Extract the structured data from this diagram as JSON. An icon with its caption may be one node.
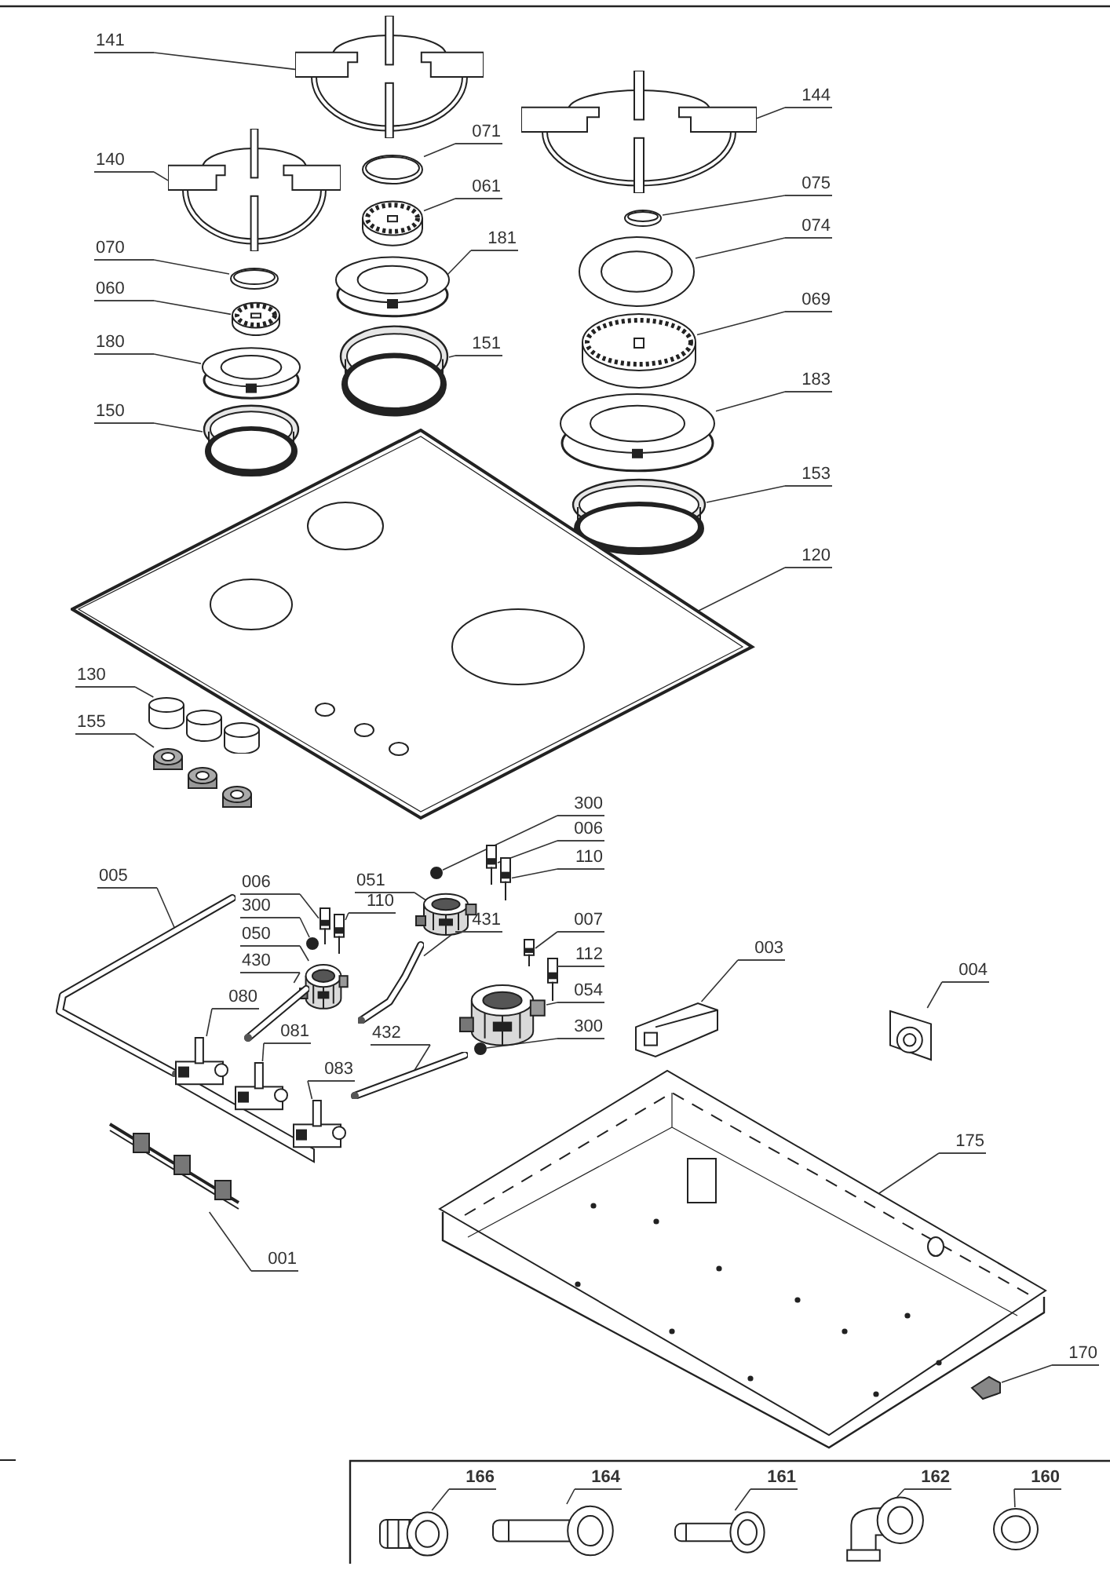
{
  "diagram": {
    "nodes": [
      {
        "text": [
          "141"
        ]
      },
      {
        "text": [],
        "shape": "picture"
      },
      {
        "text": [
          "140"
        ]
      },
      {
        "text": [],
        "shape": "picture"
      },
      {
        "text": [
          "071"
        ]
      },
      {
        "text": [],
        "shape": "picture"
      },
      {
        "text": [
          "061"
        ]
      },
      {
        "text": [],
        "shape": "picture"
      },
      {
        "text": [
          "070"
        ]
      },
      {
        "text": [],
        "shape": "picture"
      },
      {
        "text": [
          "060"
        ]
      },
      {
        "text": [],
        "shape": "picture"
      },
      {
        "text": [
          "181"
        ]
      },
      {
        "text": [],
        "shape": "picture"
      },
      {
        "text": [
          "180"
        ]
      },
      {
        "text": [],
        "shape": "picture"
      },
      {
        "text": [
          "151"
        ]
      },
      {
        "text": [],
        "shape": "picture"
      },
      {
        "text": [
          "150"
        ]
      },
      {
        "text": [],
        "shape": "picture"
      },
      {
        "text": [
          "144"
        ]
      },
      {
        "text": [],
        "shape": "picture"
      },
      {
        "text": [
          "075"
        ]
      },
      {
        "text": [],
        "shape": "picture"
      },
      {
        "text": [
          "074"
        ]
      },
      {
        "text": [],
        "shape": "picture"
      },
      {
        "text": [
          "069"
        ]
      },
      {
        "text": [],
        "shape": "picture"
      },
      {
        "text": [
          "183"
        ]
      },
      {
        "text": [],
        "shape": "picture"
      },
      {
        "text": [
          "153"
        ]
      },
      {
        "text": [],
        "shape": "picture"
      },
      {
        "text": [
          "120"
        ]
      },
      {
        "text": [],
        "shape": "picture"
      },
      {
        "text": [
          "130"
        ]
      },
      {
        "text": [],
        "shape": "picture"
      },
      {
        "text": [
          "155"
        ]
      },
      {
        "text": [],
        "shape": "picture"
      },
      {
        "text": [
          "300"
        ]
      },
      {
        "text": [],
        "shape": "circle"
      },
      {
        "text": [
          "006"
        ]
      },
      {
        "text": [],
        "shape": "picture"
      },
      {
        "text": [
          "110"
        ]
      },
      {
        "text": [],
        "shape": "picture"
      },
      {
        "text": [
          "051"
        ]
      },
      {
        "text": [],
        "shape": "picture"
      },
      {
        "text": [
          "005"
        ]
      },
      {
        "text": [],
        "shape": "picture"
      },
      {
        "text": [
          "006"
        ]
      },
      {
        "text": [],
        "shape": "picture"
      },
      {
        "text": [
          "300"
        ]
      },
      {
        "text": [],
        "shape": "circle"
      },
      {
        "text": [
          "110"
        ]
      },
      {
        "text": [],
        "shape": "picture"
      },
      {
        "text": [
          "050"
        ]
      },
      {
        "text": [],
        "shape": "picture"
      },
      {
        "text": [
          "430"
        ]
      },
      {
        "text": [],
        "shape": "picture"
      },
      {
        "text": [
          "431"
        ]
      },
      {
        "text": [],
        "shape": "picture"
      },
      {
        "text": [
          "007"
        ]
      },
      {
        "text": [],
        "shape": "picture"
      },
      {
        "text": [
          "112"
        ]
      },
      {
        "text": [],
        "shape": "picture"
      },
      {
        "text": [
          "054"
        ]
      },
      {
        "text": [],
        "shape": "picture"
      },
      {
        "text": [
          "080"
        ]
      },
      {
        "text": [],
        "shape": "picture"
      },
      {
        "text": [
          "081"
        ]
      },
      {
        "text": [],
        "shape": "picture"
      },
      {
        "text": [
          "432"
        ]
      },
      {
        "text": [],
        "shape": "picture"
      },
      {
        "text": [
          "300"
        ]
      },
      {
        "text": [],
        "shape": "circle"
      },
      {
        "text": [
          "083"
        ]
      },
      {
        "text": [],
        "shape": "picture"
      },
      {
        "text": [
          "003"
        ]
      },
      {
        "text": [],
        "shape": "picture"
      },
      {
        "text": [
          "004"
        ]
      },
      {
        "text": [],
        "shape": "picture"
      },
      {
        "text": [
          "001"
        ]
      },
      {
        "text": [],
        "shape": "picture"
      },
      {
        "text": [
          "175"
        ]
      },
      {
        "text": [],
        "shape": "picture"
      },
      {
        "text": [
          "170"
        ]
      },
      {
        "text": [],
        "shape": "picture"
      },
      {
        "text": [
          "166"
        ]
      },
      {
        "text": [],
        "shape": "picture"
      },
      {
        "text": [
          "164"
        ]
      },
      {
        "text": [],
        "shape": "picture"
      },
      {
        "text": [
          "161"
        ]
      },
      {
        "text": [],
        "shape": "picture"
      },
      {
        "text": [
          "162"
        ]
      },
      {
        "text": [],
        "shape": "picture"
      },
      {
        "text": [
          "160"
        ]
      },
      {
        "text": [],
        "shape": "picture"
      }
    ],
    "edges": [
      {
        "from": 0,
        "to": 1,
        "arrow": "none"
      },
      {
        "from": 2,
        "to": 3,
        "arrow": "none"
      },
      {
        "from": 4,
        "to": 5,
        "arrow": "none"
      },
      {
        "from": 6,
        "to": 7,
        "arrow": "none"
      },
      {
        "from": 8,
        "to": 9,
        "arrow": "none"
      },
      {
        "from": 10,
        "to": 11,
        "arrow": "none"
      },
      {
        "from": 12,
        "to": 13,
        "arrow": "none"
      },
      {
        "from": 14,
        "to": 15,
        "arrow": "none"
      },
      {
        "from": 16,
        "to": 17,
        "arrow": "none"
      },
      {
        "from": 18,
        "to": 19,
        "arrow": "none"
      },
      {
        "from": 20,
        "to": 21,
        "arrow": "none"
      },
      {
        "from": 22,
        "to": 23,
        "arrow": "none"
      },
      {
        "from": 24,
        "to": 25,
        "arrow": "none"
      },
      {
        "from": 26,
        "to": 27,
        "arrow": "none"
      },
      {
        "from": 28,
        "to": 29,
        "arrow": "none"
      },
      {
        "from": 30,
        "to": 31,
        "arrow": "none"
      },
      {
        "from": 32,
        "to": 33,
        "arrow": "none"
      },
      {
        "from": 34,
        "to": 35,
        "arrow": "none"
      },
      {
        "from": 36,
        "to": 37,
        "arrow": "none"
      },
      {
        "from": 38,
        "to": 39,
        "arrow": "none"
      },
      {
        "from": 40,
        "to": 41,
        "arrow": "none"
      },
      {
        "from": 42,
        "to": 43,
        "arrow": "none"
      },
      {
        "from": 44,
        "to": 45,
        "arrow": "none"
      },
      {
        "from": 46,
        "to": 47,
        "arrow": "none"
      },
      {
        "from": 48,
        "to": 49,
        "arrow": "none"
      },
      {
        "from": 50,
        "to": 51,
        "arrow": "none"
      },
      {
        "from": 52,
        "to": 53,
        "arrow": "none"
      },
      {
        "from": 54,
        "to": 55,
        "arrow": "none"
      },
      {
        "from": 56,
        "to": 57,
        "arrow": "none"
      },
      {
        "from": 58,
        "to": 59,
        "arrow": "none"
      },
      {
        "from": 60,
        "to": 61,
        "arrow": "none"
      },
      {
        "from": 62,
        "to": 63,
        "arrow": "none"
      },
      {
        "from": 64,
        "to": 65,
        "arrow": "none"
      },
      {
        "from": 66,
        "to": 67,
        "arrow": "none"
      },
      {
        "from": 68,
        "to": 69,
        "arrow": "none"
      },
      {
        "from": 70,
        "to": 71,
        "arrow": "none"
      },
      {
        "from": 72,
        "to": 73,
        "arrow": "none"
      },
      {
        "from": 74,
        "to": 75,
        "arrow": "none"
      },
      {
        "from": 76,
        "to": 77,
        "arrow": "none"
      },
      {
        "from": 78,
        "to": 79,
        "arrow": "none"
      },
      {
        "from": 80,
        "to": 81,
        "arrow": "none"
      },
      {
        "from": 82,
        "to": 83,
        "arrow": "none"
      },
      {
        "from": 84,
        "to": 85,
        "arrow": "none"
      },
      {
        "from": 86,
        "to": 87,
        "arrow": "none"
      },
      {
        "from": 88,
        "to": 89,
        "arrow": "none"
      },
      {
        "from": 90,
        "to": 91,
        "arrow": "none"
      },
      {
        "from": 92,
        "to": 93,
        "arrow": "none"
      },
      {
        "from": 94,
        "to": 95,
        "arrow": "none"
      }
    ]
  }
}
